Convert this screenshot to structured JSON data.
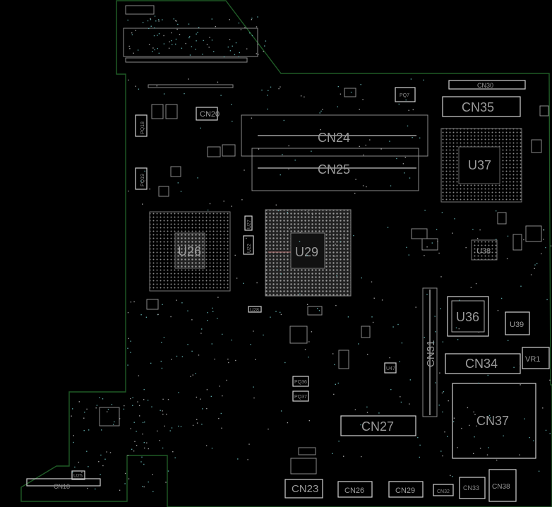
{
  "board": {
    "outline_color": "#1f5a26",
    "component_color": "#8a8a8a",
    "label_color": "#9a9a9a",
    "via_color": "#5aa0a0"
  },
  "labels": {
    "CN24": "CN24",
    "CN25": "CN25",
    "CN35": "CN35",
    "CN30": "CN30",
    "U37": "U37",
    "U29": "U29",
    "U26": "U26",
    "U36": "U36",
    "U39": "U39",
    "U38": "U38",
    "CN31": "CN31",
    "CN34": "CN34",
    "VR1": "VR1",
    "CN27": "CN27",
    "CN37": "CN37",
    "CN23": "CN23",
    "CN26": "CN26",
    "CN29": "CN29",
    "CN32": "CN32",
    "CN33": "CN33",
    "CN38": "CN38",
    "CN20": "CN20",
    "PQ18": "PQ18",
    "PQ19": "PQ19",
    "PQ36": "PQ36",
    "PQ37": "PQ37",
    "CN18": "CN18",
    "U25": "U25",
    "U27": "U27",
    "U28": "U28",
    "U22": "U22",
    "U47": "U47",
    "PQ7": "PQ7"
  }
}
